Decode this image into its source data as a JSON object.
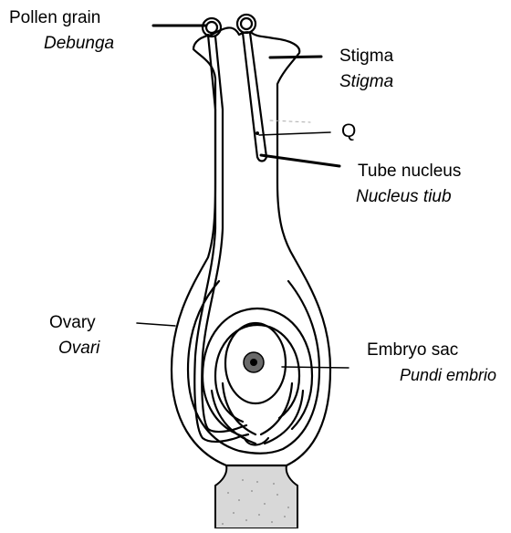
{
  "labels": {
    "pollen_grain": {
      "en": "Pollen grain",
      "ms": "Debunga"
    },
    "stigma": {
      "en": "Stigma",
      "ms": "Stigma"
    },
    "q": {
      "en": "Q"
    },
    "tube_nucleus": {
      "en": "Tube nucleus",
      "ms": "Nucleus tiub"
    },
    "ovary": {
      "en": "Ovary",
      "ms": "Ovari"
    },
    "embryo_sac": {
      "en": "Embryo sac",
      "ms": "Pundi embrio"
    }
  }
}
